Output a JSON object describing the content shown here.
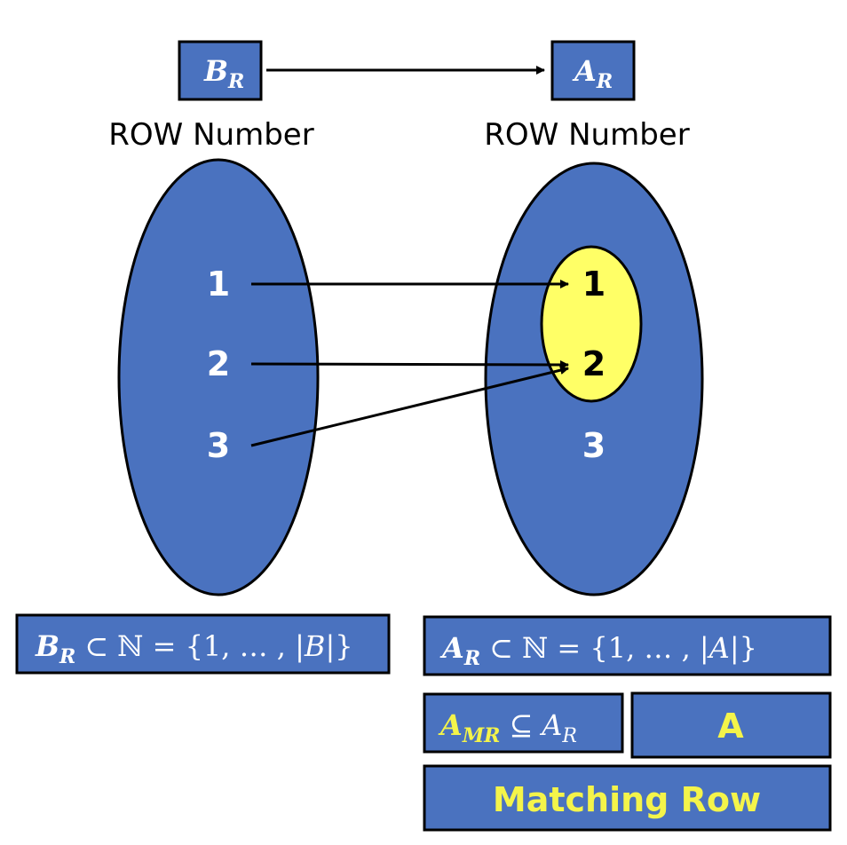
{
  "top": {
    "source_box": {
      "var": "B",
      "sub": "R"
    },
    "target_box": {
      "var": "A",
      "sub": "R"
    },
    "left_caption": "ROW Number",
    "right_caption": "ROW Number"
  },
  "left_set": {
    "items": [
      "1",
      "2",
      "3"
    ]
  },
  "right_set": {
    "items": [
      "1",
      "2",
      "3"
    ]
  },
  "bottom": {
    "left_formula": {
      "var": "B",
      "sub": "R",
      "rel": "⊂",
      "rest": "ℕ = {1, … , |",
      "card": "B",
      "close": "|}"
    },
    "right_formula": {
      "var": "A",
      "sub": "R",
      "rel": "⊂",
      "rest": "ℕ = {1, … , |",
      "card": "A",
      "close": "|}"
    },
    "subset_formula": {
      "var": "A",
      "sub": "MR",
      "rel": "⊆",
      "rhs_var": "A",
      "rhs_sub": "R"
    },
    "a_box_label": "A",
    "matching_row_label": "Matching Row"
  },
  "colors": {
    "blue": "#4a72bf",
    "yellow": "#ffff66",
    "label_yellow": "#f4f44a",
    "black": "#000000",
    "white": "#ffffff"
  }
}
